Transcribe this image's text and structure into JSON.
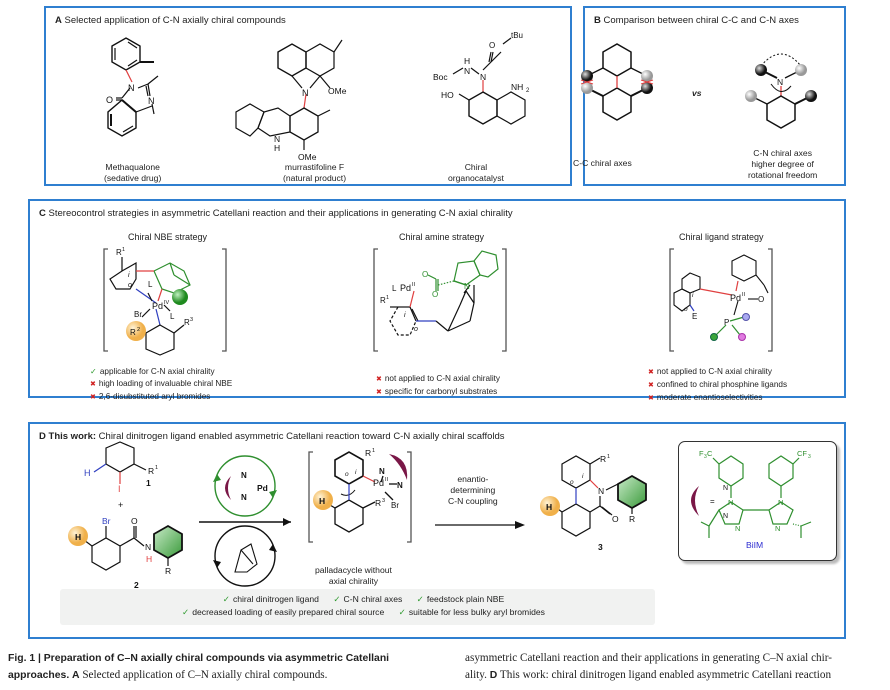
{
  "panelA": {
    "letter": "A",
    "title": "Selected application of C-N axially chiral compounds",
    "compounds": [
      {
        "name": "Methaqualone",
        "note": "(sedative drug)"
      },
      {
        "name": "murrastifoline F",
        "note": "(natural product)"
      },
      {
        "name": "Chiral",
        "note": "organocatalyst"
      }
    ],
    "atoms": {
      "N": "N",
      "O": "O",
      "OMe": "OMe",
      "NH": "N",
      "H": "H",
      "Boc": "Boc",
      "HO": "HO",
      "NH2": "NH",
      "sub2": "2",
      "tBu": "tBu",
      "Olabel": "O"
    }
  },
  "panelB": {
    "letter": "B",
    "title": "Comparison between chiral C-C and C-N axes",
    "vs": "vs",
    "left_label": "C-C chiral axes",
    "right_label_1": "C-N chiral axes",
    "right_label_2": "higher degree of",
    "right_label_3": "rotational freedom",
    "atom_N": "N"
  },
  "panelC": {
    "letter": "C",
    "title": "Stereocontrol strategies in asymmetric Catellani reaction and their applications in generating C-N axial chirality",
    "strategies": [
      {
        "name": "Chiral NBE strategy",
        "bullets": [
          {
            "mark": "check",
            "text": "applicable for C-N axial chirality"
          },
          {
            "mark": "cross",
            "text": "high loading of invaluable chiral NBE"
          },
          {
            "mark": "cross",
            "text": "2,6-disubstituted aryl bromides"
          }
        ]
      },
      {
        "name": "Chiral amine strategy",
        "bullets": [
          {
            "mark": "cross",
            "text": "not applied to C-N axial chirality"
          },
          {
            "mark": "cross",
            "text": "specific for carbonyl substrates"
          }
        ]
      },
      {
        "name": "Chiral ligand strategy",
        "bullets": [
          {
            "mark": "cross",
            "text": "not applied to C-N axial chirality"
          },
          {
            "mark": "cross",
            "text": "confined to chiral phosphine ligands"
          },
          {
            "mark": "cross",
            "text": "moderate enantioselectivities"
          }
        ]
      }
    ],
    "atoms": {
      "R1": "R",
      "R2": "R",
      "R3": "R",
      "Pd": "Pd",
      "IV": "IV",
      "II": "II",
      "L": "L",
      "Br": "Br",
      "i": "i",
      "o": "o",
      "O": "O",
      "N": "N",
      "E": "E",
      "P": "P",
      "one": "1",
      "two": "2",
      "three": "3"
    }
  },
  "panelD": {
    "letter": "D",
    "bold_prefix": "This work:",
    "title": "Chiral dinitrogen ligand enabled asymmetric Catellani reaction toward C-N axially chiral scaffolds",
    "substrate1_label": "1",
    "substrate2_label": "2",
    "product_label": "3",
    "plus": "+",
    "intermediate_caption_1": "palladacycle without",
    "intermediate_caption_2": "axial chirality",
    "arrow_label_1": "enantio-",
    "arrow_label_2": "determining",
    "arrow_label_3": "C-N coupling",
    "ligand_name": "BiIM",
    "equals": "=",
    "atoms": {
      "H": "H",
      "I": "I",
      "Br": "Br",
      "O": "O",
      "N": "N",
      "R": "R",
      "R1": "R",
      "R3": "R",
      "Pd": "Pd",
      "II": "II",
      "i": "i",
      "o": "o",
      "one": "1",
      "three": "3",
      "F3C": "F",
      "CF3": "CF",
      "C": "C",
      "three_sub": "3"
    },
    "advantages_row1": [
      "chiral dinitrogen ligand",
      "C-N chiral axes",
      "feedstock plain NBE"
    ],
    "advantages_row2": [
      "decreased loading of easily prepared chiral source",
      "suitable for less bulky aryl bromides"
    ]
  },
  "caption": {
    "fig_label": "Fig. 1 |",
    "bold_title_1": "Preparation of C–N axially chiral compounds via asymmetric Catellani",
    "bold_title_2": "approaches.",
    "left_line2_letter": "A",
    "left_line2_text": "Selected application of C–N axially chiral compounds.",
    "right_line1": "asymmetric Catellani reaction and their applications in generating C–N axial chir-",
    "right_line2_pre": "ality.",
    "right_line2_letter": "D",
    "right_line2_text": "This work: chiral dinitrogen ligand enabled asymmetric Catellani reaction"
  },
  "colors": {
    "panel_border": "#2f7fd0",
    "bond_red": "#e04040",
    "bond_blue": "#3040c0",
    "nbe_green": "#2f8f2f",
    "ligand_crescent": "#7a1747",
    "h_sphere": "#f2b95a",
    "check_green": "#2e9a2e",
    "cross_red": "#d02020",
    "bilm_label": "#2b2bd0"
  }
}
